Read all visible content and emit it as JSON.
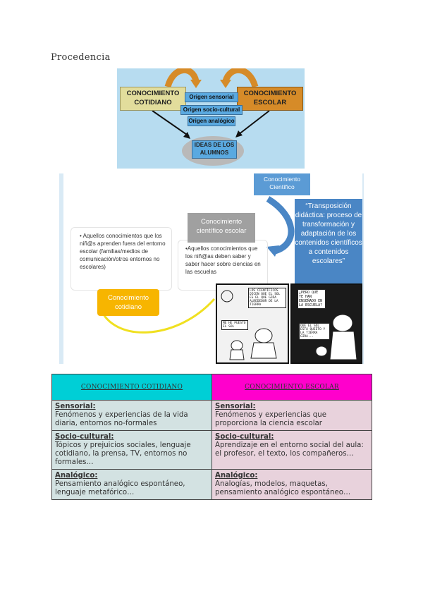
{
  "heading": "Procedencia",
  "diagram1": {
    "conocimiento_cotidiano": "CONOCIMIENTO COTIDIANO",
    "conocimiento_escolar": "CONOCIMIENTO ESCOLAR",
    "origen_sensorial": "Origen sensorial",
    "origen_sociocultural": "Origen socio-cultural",
    "origen_analogico": "Origen analógico",
    "ideas_alumnos": "IDEAS DE LOS ALUMNOS",
    "colors": {
      "background": "#b7dcf0",
      "cotidiano": "#e2dd9c",
      "escolar": "#d68b28",
      "origen": "#5aa9e0",
      "arrow": "#d68b28"
    }
  },
  "diagram2": {
    "conocimiento_cientifico": "Conocimiento Científico",
    "transposicion": "“Transposición didáctica: proceso de transformación y adaptación de los contenidos científicos a contenidos escolares”",
    "conocimiento_cientifico_escolar": "Conocimiento científico escolar",
    "cotidiano_text": "• Aquellos conocimientos que los niñ@s aprenden fuera del entorno escolar (familias/medios de comunicación/otros entornos no escolares)",
    "escolar_text": "•Aquellos conocimientos que los niñ@as deben saber y saber hacer sobre ciencias en las escuelas",
    "conocimiento_cotidiano": "Conocimiento cotidiano",
    "cartoon_a_bubble_1": "LOS CIENTÍFICOS DICEN QUE EL SOL ES EL QUE GIRA ALREDEDOR DE LA TIERRA",
    "cartoon_a_bubble_2": "ME HE PUESTO EL SOL",
    "cartoon_b_bubble_1": "¿PERO QUÉ TE HAN ENSEÑADO EN LA ESCUELA?",
    "cartoon_b_bubble_2": "QUE EL SOL ESTÁ QUIETO Y LA TIERRA GIRA..."
  },
  "table": {
    "header_left": "CONOCIMIENTO COTIDIANO",
    "header_right": "CONOCIMIENTO ESCOLAR",
    "colors": {
      "header_left": "#00cfd6",
      "header_right": "#ff00cc",
      "cell_left": "#d3e2e2",
      "cell_right": "#e8d2dc"
    },
    "rows": [
      {
        "left_title": "Sensorial:",
        "left_text": "Fenómenos y experiencias de la vida diaria, entornos no-formales",
        "right_title": "Sensorial:",
        "right_text": "Fenómenos y experiencias que proporciona la ciencia escolar"
      },
      {
        "left_title": "Socio-cultural:",
        "left_text": "Tópicos y prejuicios sociales, lenguaje cotidiano, la prensa, TV, entornos no formales…",
        "right_title": "Socio-cultural:",
        "right_text": "Aprendizaje en el entorno social del aula: el profesor, el texto, los compañeros…"
      },
      {
        "left_title": "Analógico:",
        "left_text": "Pensamiento analógico espontáneo, lenguaje metafórico…",
        "right_title": "Analógico:",
        "right_text": "Analogías, modelos, maquetas, pensamiento analógico espontáneo…"
      }
    ]
  }
}
